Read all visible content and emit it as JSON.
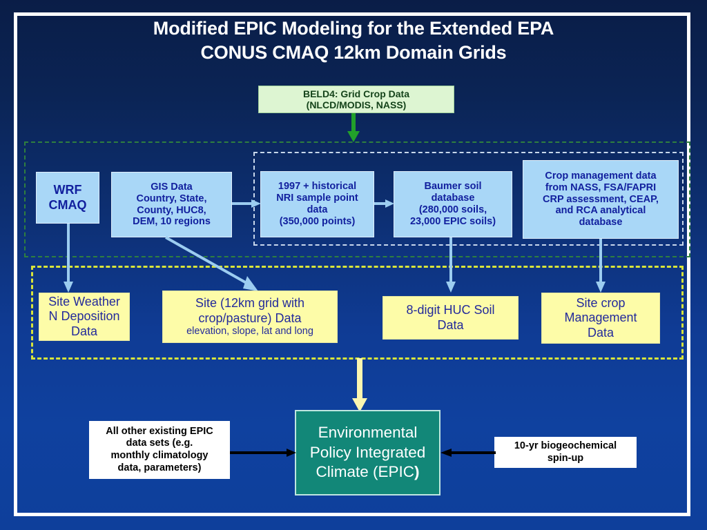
{
  "slide": {
    "title_line1": "Modified EPIC Modeling for the Extended EPA",
    "title_line2": "CONUS CMAQ 12km Domain Grids",
    "background_top": "#0a1d47",
    "background_bottom": "#0e3f9b",
    "frame_color": "#ffffff"
  },
  "colors": {
    "green_box_fill": "#ddf5d2",
    "green_box_text": "#14431a",
    "blue_box_fill": "#a9d7f7",
    "blue_box_text": "#12209e",
    "yellow_box_fill": "#fdfca8",
    "yellow_box_text": "#232a9b",
    "white_box_fill": "#ffffff",
    "white_box_text": "#000000",
    "teal_box_fill": "#128778",
    "teal_box_text": "#ffffff",
    "green_arrow": "#22a02a",
    "blue_arrow": "#9ccdf0",
    "yellow_arrow": "#fbf6b0",
    "black_arrow": "#000000",
    "region_green_dash": "#2f7f3f",
    "region_yellow_dash": "#d8e43a",
    "region_white_dash": "#c9d8ec"
  },
  "nodes": {
    "beld4": {
      "line1": "BELD4: Grid Crop Data",
      "line2": "(NLCD/MODIS, NASS)"
    },
    "wrf_cmaq": {
      "line1": "WRF",
      "line2": "CMAQ"
    },
    "gis_data": {
      "line1": "GIS Data",
      "line2": "Country, State,",
      "line3": "County, HUC8,",
      "line4": "DEM, 10 regions"
    },
    "nri": {
      "line1": "1997 + historical",
      "line2": "NRI sample point",
      "line3": "data",
      "line4": "(350,000 points)"
    },
    "baumer": {
      "line1": "Baumer soil",
      "line2": "database",
      "line3": "(280,000 soils,",
      "line4": "23,000 EPIC soils)"
    },
    "crop_mgmt": {
      "line1": "Crop management data",
      "line2": "from NASS, FSA/FAPRI",
      "line3": "CRP assessment, CEAP,",
      "line4": "and RCA analytical",
      "line5": "database"
    },
    "site_weather": {
      "line1": "Site Weather",
      "line2": "N Deposition",
      "line3": "Data"
    },
    "site_grid": {
      "line1": "Site (12km grid with",
      "line2": "crop/pasture) Data",
      "sub": "elevation, slope, lat and long"
    },
    "huc_soil": {
      "line1": "8-digit HUC Soil",
      "line2": "Data"
    },
    "site_crop_mgmt": {
      "line1": "Site crop",
      "line2": "Management",
      "line3": "Data"
    },
    "other_epic": {
      "line1": "All other existing EPIC",
      "line2": "data sets (e.g.",
      "line3": "monthly climatology",
      "line4": "data, parameters)"
    },
    "epic": {
      "line1": "Environmental",
      "line2": "Policy Integrated",
      "line3": "Climate (EPIC",
      "line3_bold": ")"
    },
    "spinup": {
      "line1": "10-yr biogeochemical",
      "line2": "spin-up"
    }
  }
}
